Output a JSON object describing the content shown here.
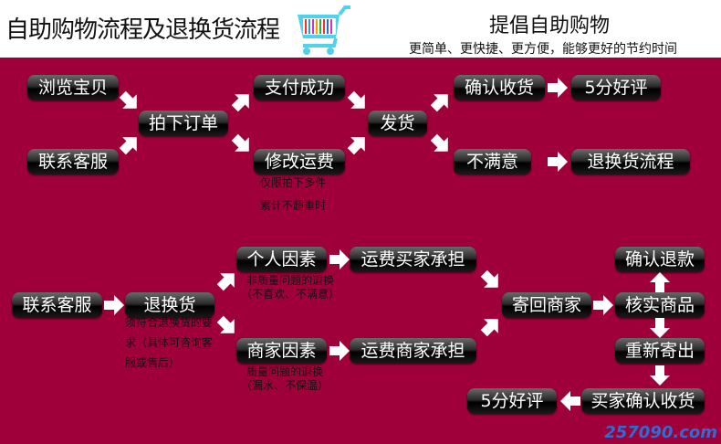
{
  "header": {
    "title": "自助购物流程及退换货流程",
    "slogan": "提倡自助购物",
    "subtitle": "更简单、更快捷、更方便，能够更好的节约时间"
  },
  "top": {
    "browse": "浏览宝贝",
    "contact": "联系客服",
    "order": "拍下订单",
    "paid": "支付成功",
    "modify_fee": "修改运费",
    "note1": "仅限拍下多件",
    "note2": "累计不超重时",
    "ship": "发货",
    "confirm": "确认收货",
    "review": "5分好评",
    "unsatisfied": "不满意",
    "return_flow": "退换货流程"
  },
  "bottom": {
    "contact": "联系客服",
    "return": "退换货",
    "return_note": [
      "须符合退换货的要",
      "求（具体可咨询客",
      "服或售后）"
    ],
    "personal": "个人因素",
    "personal_note": [
      "非质量问题的退换",
      "（不喜欢、不满意）"
    ],
    "merchant": "商家因素",
    "merchant_note": [
      "质量问题的退换",
      "（漏水、不保温）"
    ],
    "buyer_pays": "运费买家承担",
    "merchant_pays": "运费商家承担",
    "send_back": "寄回商家",
    "refund": "确认退款",
    "verify": "核实商品",
    "resend": "重新寄出",
    "buyer_confirm": "买家确认收货",
    "review": "5分好评"
  },
  "watermark": "257090.com"
}
